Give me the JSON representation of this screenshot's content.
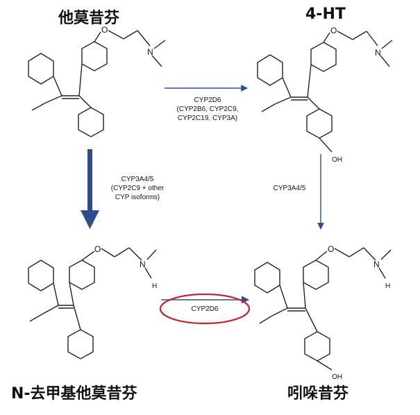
{
  "compounds": {
    "tamoxifen": {
      "name": "他莫昔芬"
    },
    "hydroxytamoxifen": {
      "name": "4-HT",
      "substituent": "OH"
    },
    "n_desmethyl": {
      "name": "N-去甲基他莫昔芬",
      "substituent": "H"
    },
    "endoxifen": {
      "name": "吲哚昔芬",
      "substituent_oh": "OH",
      "substituent_h": "H"
    }
  },
  "atoms": {
    "oxygen": "O",
    "nitrogen": "N"
  },
  "reactions": {
    "top": {
      "lines": [
        "CYP2D6",
        "(CYP2B6, CYP2C9,",
        "CYP2C19, CYP3A)"
      ]
    },
    "left": {
      "lines": [
        "CYP3A4/5",
        "(CYP2C9 + other",
        "CYP isoforms)"
      ]
    },
    "right": {
      "lines": [
        "CYP3A4/5"
      ]
    },
    "bottom": {
      "lines": [
        "CYP2D6"
      ]
    }
  },
  "colors": {
    "arrow": "#2f4a8f",
    "highlight": "#c8232c",
    "bond": "#222222"
  }
}
